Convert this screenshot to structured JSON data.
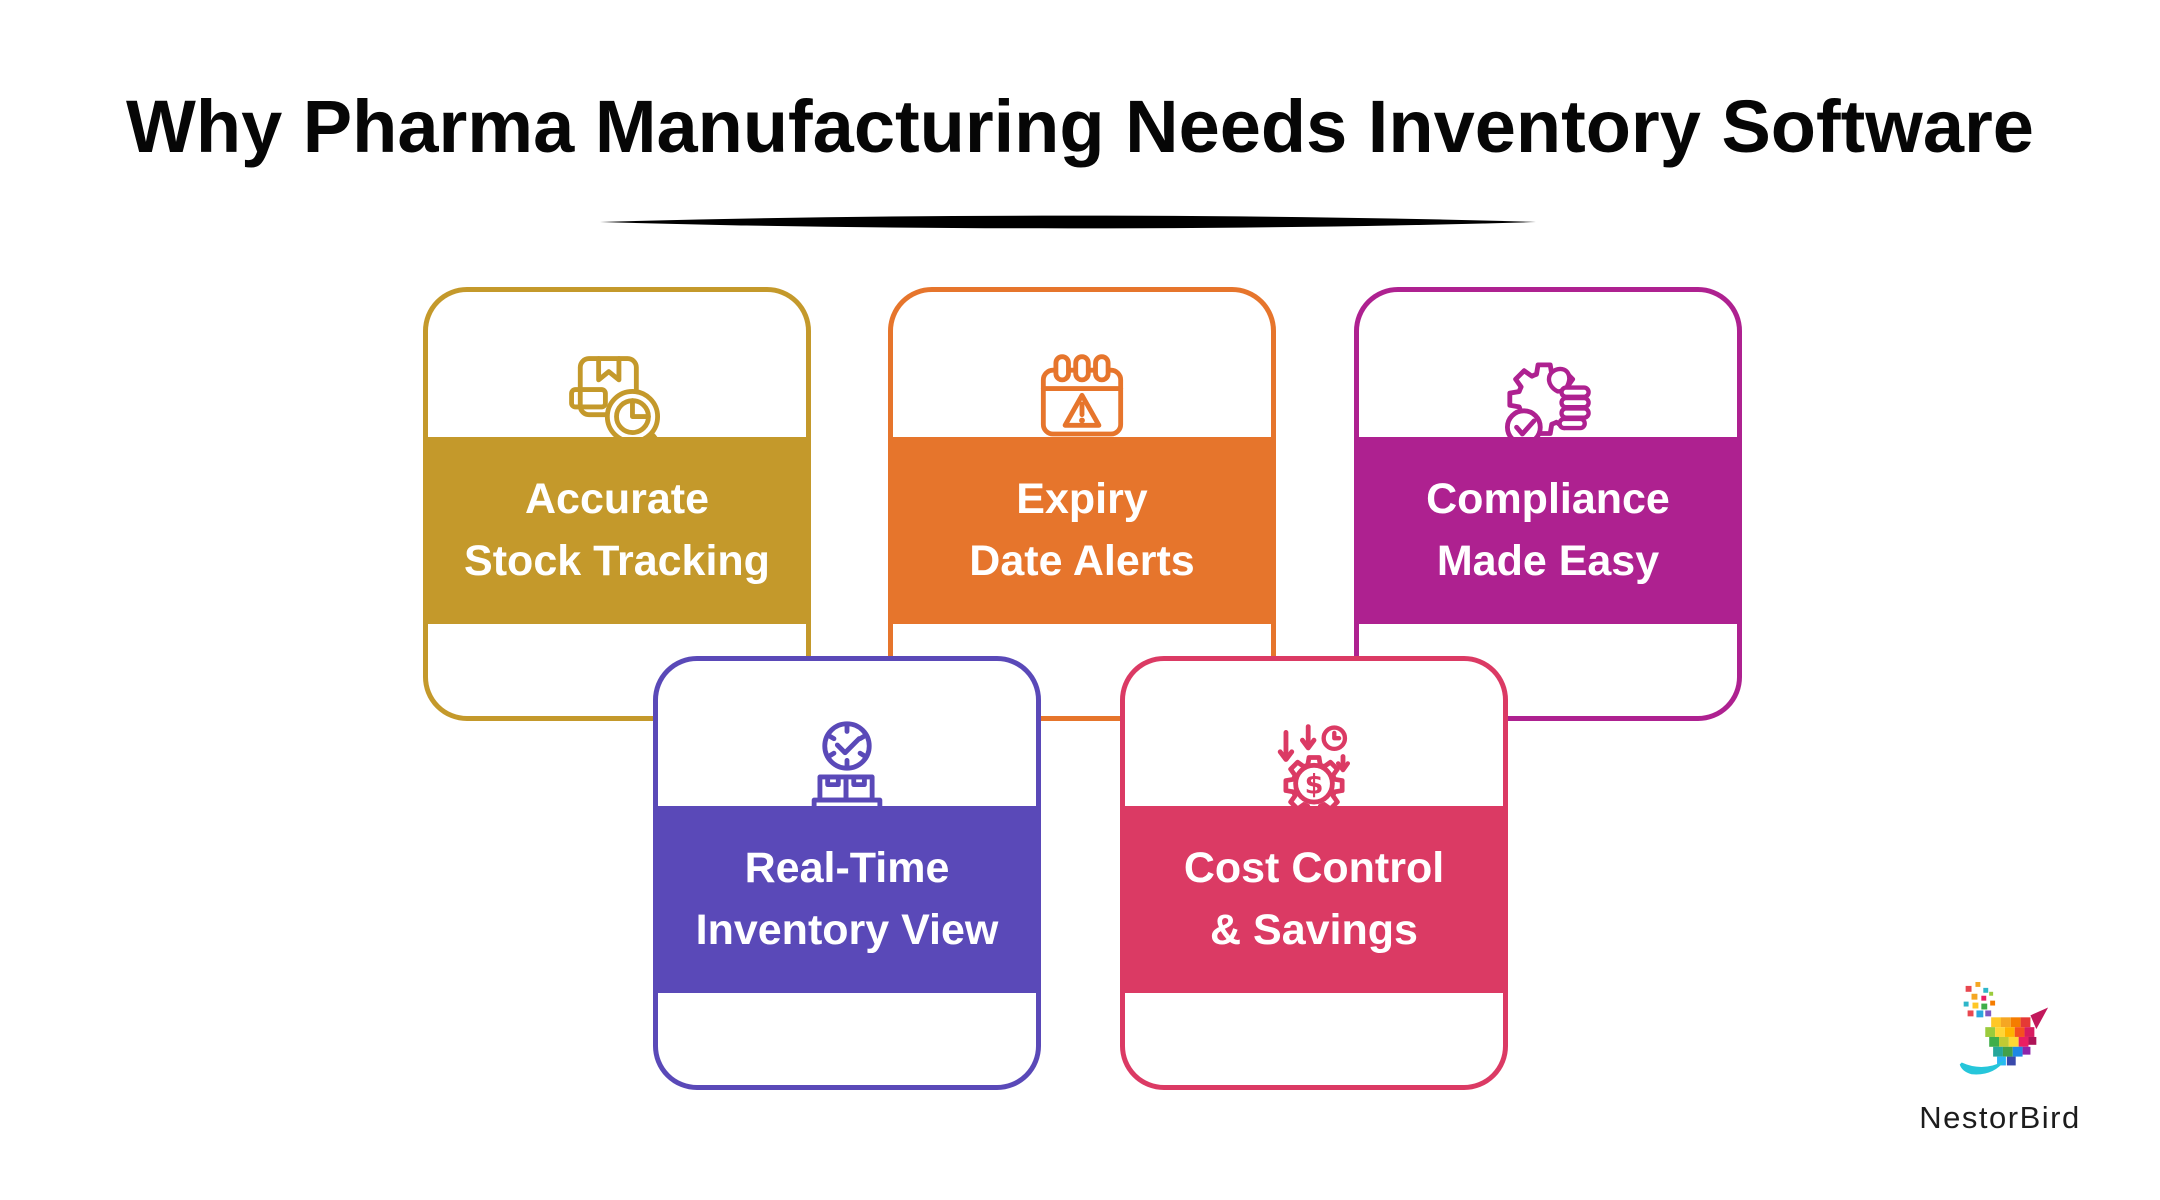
{
  "title": "Why Pharma Manufacturing Needs Inventory Software",
  "divider": {
    "shape": "tapered-underline",
    "color": "#000000"
  },
  "cards": [
    {
      "id": "accurate-stock-tracking",
      "line1": "Accurate",
      "line2": "Stock Tracking",
      "color": "#C4992B",
      "icon": "stock-search-icon"
    },
    {
      "id": "expiry-date-alerts",
      "line1": "Expiry",
      "line2": "Date Alerts",
      "color": "#E6752C",
      "icon": "expiry-calendar-alert-icon"
    },
    {
      "id": "compliance-made-easy",
      "line1": "Compliance",
      "line2": "Made Easy",
      "color": "#AE2190",
      "icon": "compliance-gear-thumbs-up-icon"
    },
    {
      "id": "real-time-inventory-view",
      "line1": "Real-Time",
      "line2": "Inventory View",
      "color": "#5A49B8",
      "icon": "realtime-clock-boxes-icon"
    },
    {
      "id": "cost-control-savings",
      "line1": "Cost Control",
      "line2": "& Savings",
      "color": "#DB3A64",
      "icon": "cost-gear-dollar-icon"
    }
  ],
  "footer": {
    "brand": "NestorBird",
    "logo": "nestorbird-pixel-bird-logo"
  }
}
